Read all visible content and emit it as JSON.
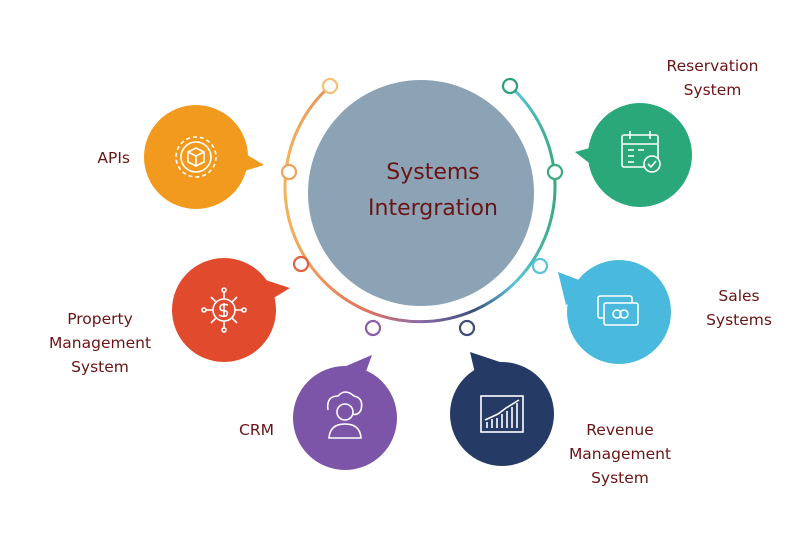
{
  "title": {
    "line1": "Systems",
    "line2": "Intergration"
  },
  "nodes": [
    {
      "id": "apis",
      "lines": [
        "APIs"
      ],
      "color": "#f29a1d",
      "icon": "gear-cube-icon"
    },
    {
      "id": "property-management",
      "lines": [
        "Property",
        "Management",
        "System"
      ],
      "color": "#e14a2d",
      "icon": "dollar-network-icon"
    },
    {
      "id": "crm",
      "lines": [
        "CRM"
      ],
      "color": "#7d55a8",
      "icon": "customer-person-icon"
    },
    {
      "id": "revenue-management",
      "lines": [
        "Revenue",
        "Management",
        "System"
      ],
      "color": "#263a66",
      "icon": "growth-chart-icon"
    },
    {
      "id": "sales-systems",
      "lines": [
        "Sales",
        "Systems"
      ],
      "color": "#4ab9de",
      "icon": "sales-cards-icon"
    },
    {
      "id": "reservation-system",
      "lines": [
        "Reservation",
        "System"
      ],
      "color": "#2aa87a",
      "icon": "calendar-check-icon"
    }
  ],
  "colors": {
    "center": "#8ca2b5",
    "text": "#6b1414"
  }
}
